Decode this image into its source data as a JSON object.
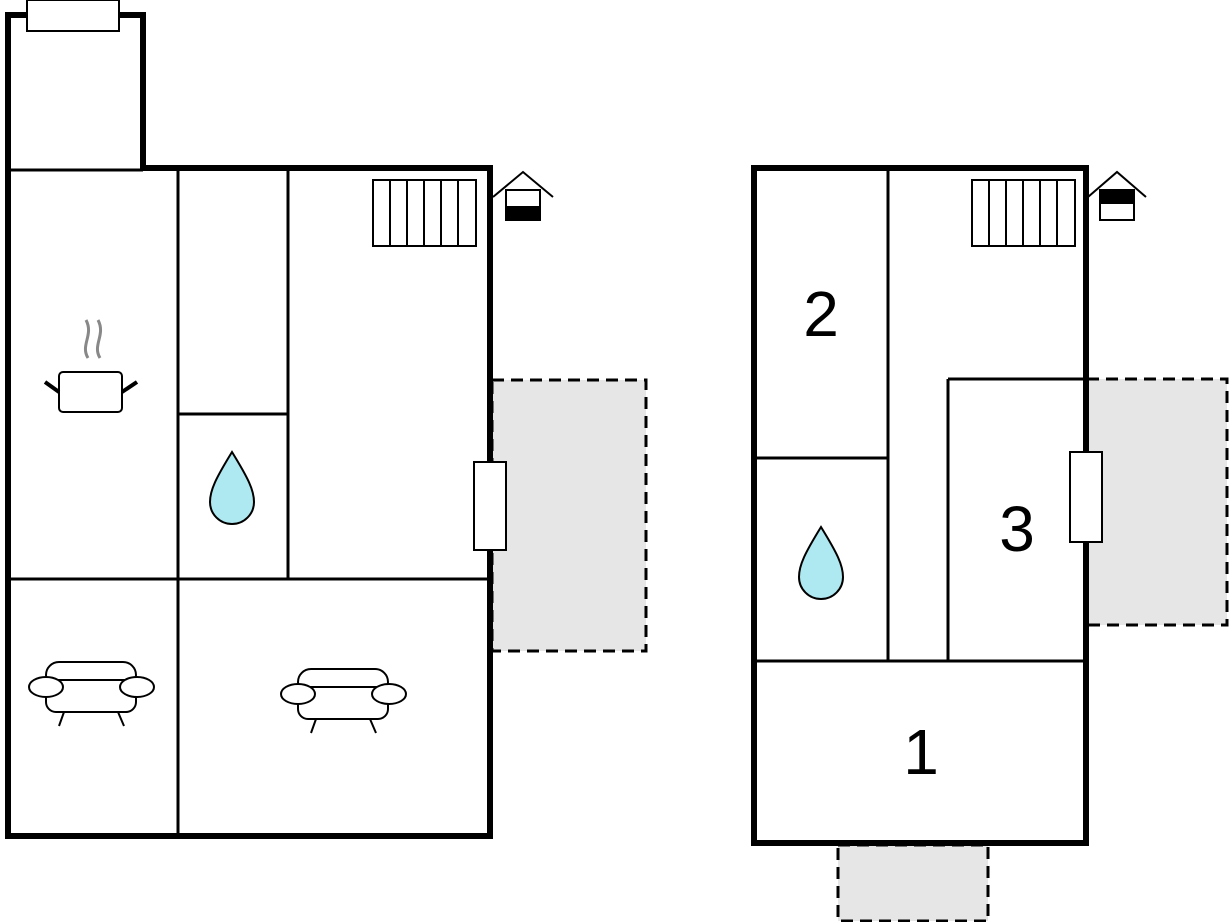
{
  "rooms": {
    "label_1": "1",
    "label_2": "2",
    "label_3": "3"
  },
  "icons": [
    "kitchen-pot-icon",
    "bathroom-drop-icon",
    "sofa-icon",
    "radiator-icon",
    "fireplace-icon",
    "window-icon"
  ],
  "colors": {
    "wall": "#000000",
    "terrace": "#e6e6e6",
    "water_drop": "#aee8f0",
    "background": "#ffffff"
  }
}
